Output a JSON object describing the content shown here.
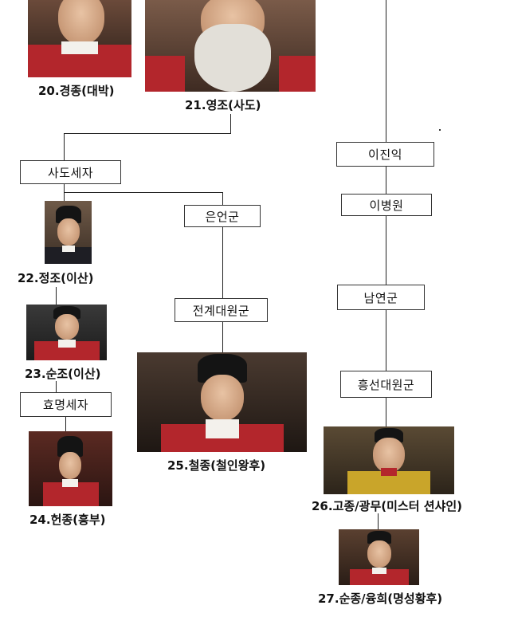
{
  "rulers": {
    "gyeongjong": "20.경종(대박)",
    "yeongjo": "21.영조(사도)",
    "jeongjo": "22.정조(이산)",
    "sunjo": "23.순조(이산)",
    "heonjong": "24.헌종(흥부)",
    "cheoljong": "25.철종(철인왕후)",
    "gojong": "26.고종/광무(미스터 션샤인)",
    "sunjong": "27.순종/융희(명성황후)"
  },
  "boxes": {
    "sado": "사도세자",
    "euneon": "은언군",
    "jeongye": "전계대원군",
    "hyomyeong": "효명세자",
    "yijinik": "이진익",
    "yibyeongwon": "이병원",
    "namyeon": "남연군",
    "heungseon": "흥선대원군"
  }
}
